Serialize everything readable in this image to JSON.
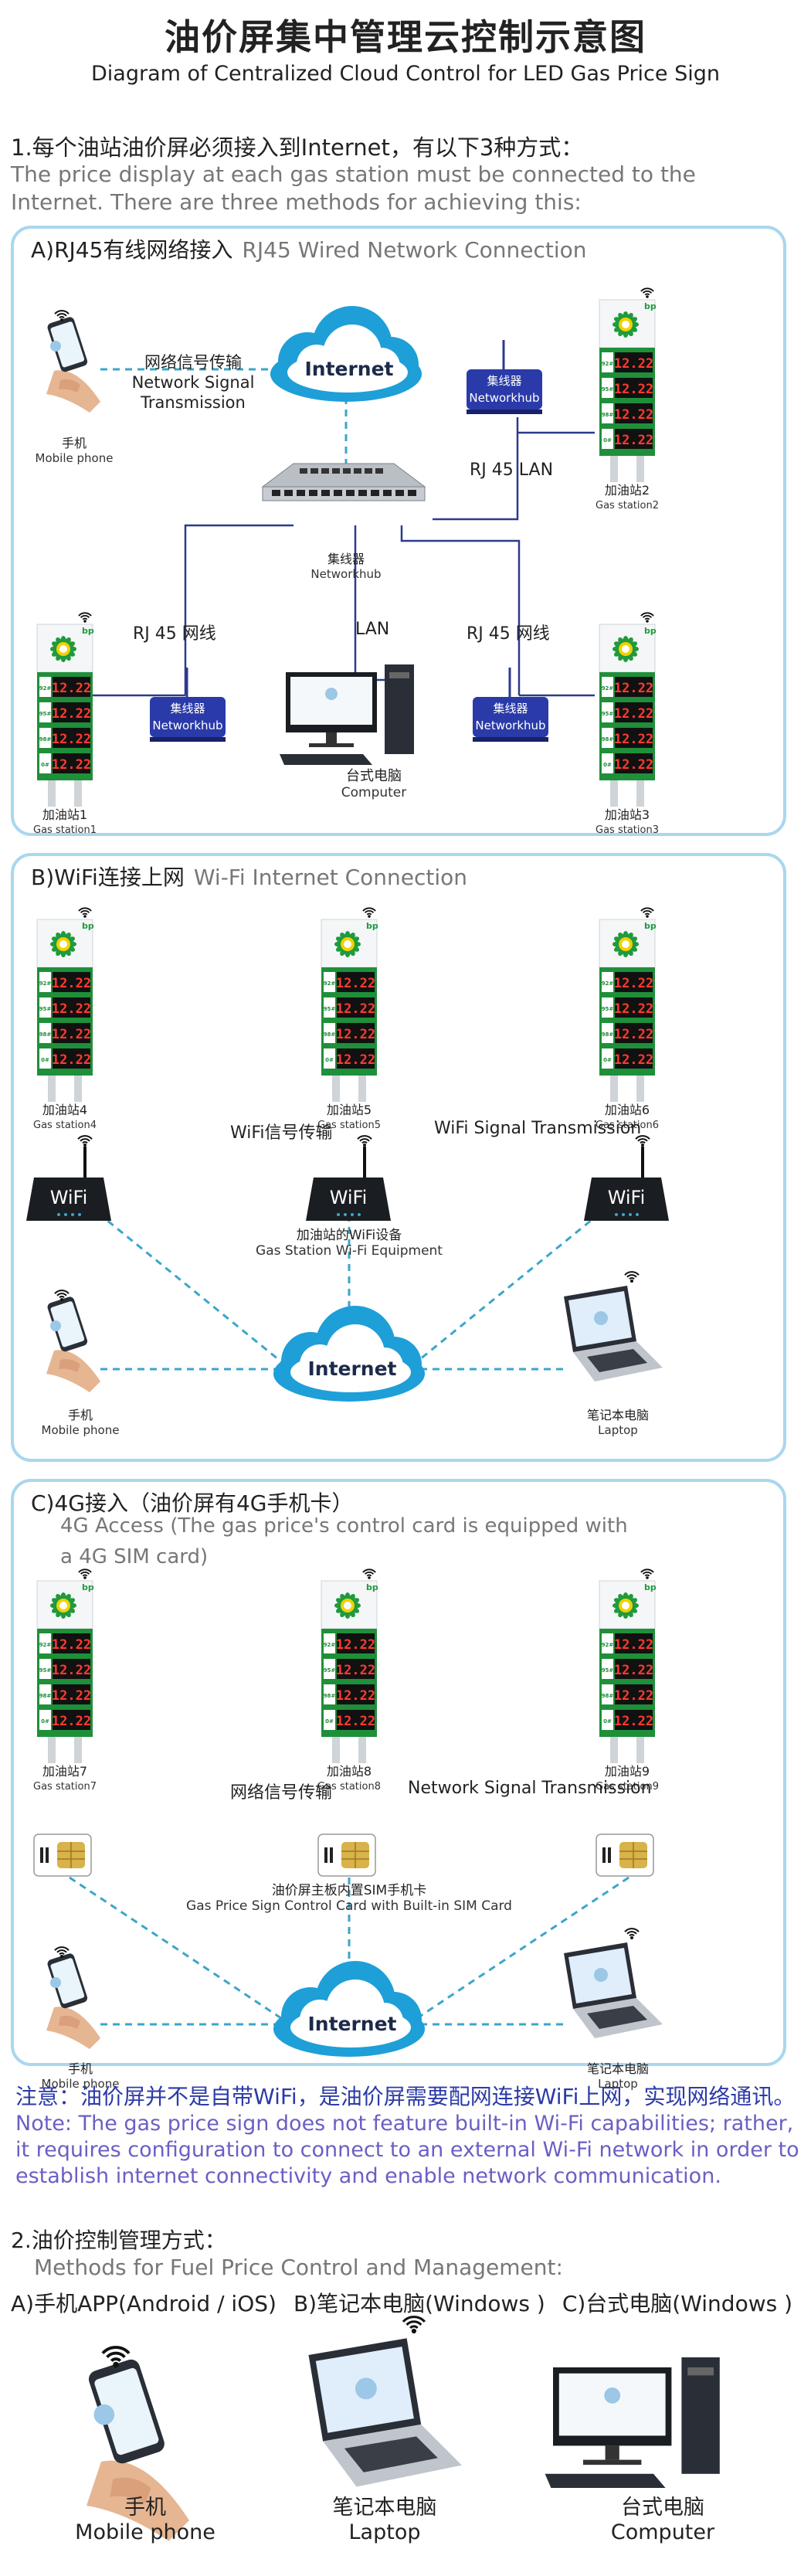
{
  "header": {
    "title_cn": "油价屏集中管理云控制示意图",
    "title_en": "Diagram of Centralized Cloud Control for LED Gas Price Sign"
  },
  "intro": {
    "cn": "1.每个油站油价屏必须接入到Internet，有以下3种方式：",
    "en": "The price display at each gas station must be connected to the Internet. There are three methods for achieving this:"
  },
  "common": {
    "internet": "Internet",
    "hub_cn": "集线器",
    "hub_en": "Networkhub",
    "wifi": "WiFi",
    "phone_cn": "手机",
    "phone_en": "Mobile phone",
    "laptop_cn": "笔记本电脑",
    "laptop_en": "Laptop",
    "computer_cn": "台式电脑",
    "computer_en": "Computer",
    "price": "12.22",
    "brand": "bp",
    "grades": [
      "92#",
      "95#",
      "98#",
      "0#"
    ]
  },
  "panelA": {
    "title_cn": "A)RJ45有线网络接入",
    "title_en": "RJ45 Wired Network Connection",
    "signal_cn": "网络信号传输",
    "signal_en_1": "Network Signal",
    "signal_en_2": "Transmission",
    "rj45_lan": "RJ 45 LAN",
    "rj45_left": "RJ 45 网线",
    "rj45_right": "RJ 45 网线",
    "lan": "LAN",
    "stations": [
      {
        "cn": "加油站1",
        "en": "Gas station1"
      },
      {
        "cn": "加油站2",
        "en": "Gas station2"
      },
      {
        "cn": "加油站3",
        "en": "Gas station3"
      }
    ]
  },
  "panelB": {
    "title_cn": "B)WiFi连接上网",
    "title_en": "Wi-Fi Internet Connection",
    "signal_cn": "WiFi信号传输",
    "signal_en": "WiFi Signal Transmission",
    "equip_cn": "加油站的WiFi设备",
    "equip_en": "Gas Station Wi-Fi Equipment",
    "stations": [
      {
        "cn": "加油站4",
        "en": "Gas station4"
      },
      {
        "cn": "加油站5",
        "en": "Gas station5"
      },
      {
        "cn": "加油站6",
        "en": "Gas station6"
      }
    ]
  },
  "panelC": {
    "title_cn": "C)4G接入（油价屏有4G手机卡）",
    "title_en_1": "4G Access (The gas price's control card is equipped with",
    "title_en_2": "a 4G SIM card)",
    "signal_cn": "网络信号传输",
    "signal_en": "Network Signal Transmission",
    "card_cn": "油价屏主板内置SIM手机卡",
    "card_en": "Gas Price Sign Control Card with Built-in SIM Card",
    "stations": [
      {
        "cn": "加油站7",
        "en": "Gas station7"
      },
      {
        "cn": "加油站8",
        "en": "Gas station8"
      },
      {
        "cn": "加油站9",
        "en": "Gas station9"
      }
    ]
  },
  "note": {
    "cn": "注意：油价屏并不是自带WiFi，是油价屏需要配网连接WiFi上网，实现网络通讯。",
    "en": "Note: The gas price sign does not feature built-in Wi-Fi capabilities; rather, it requires configuration to connect to an external Wi-Fi network in order to establish internet connectivity and enable network communication."
  },
  "methods": {
    "cn": "2.油价控制管理方式：",
    "en": "Methods for Fuel Price Control and Management:",
    "a": "A)手机APP(Android / iOS)",
    "b": "B)笔记本电脑(Windows )",
    "c": "C)台式电脑(Windows )"
  },
  "colors": {
    "panel_border": "#a9d7ee",
    "cable": "#2d3a8c",
    "wireless": "#3aa6c9",
    "cloud": "#1e9fd8",
    "led": "#ff3b2f",
    "sign_green": "#1f8f3a",
    "note_cn": "#2b3aa8",
    "note_en": "#6a5fc5"
  }
}
